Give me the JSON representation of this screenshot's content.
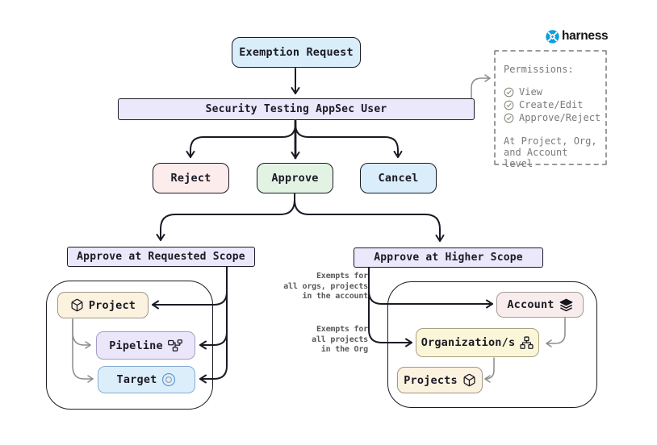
{
  "brand": {
    "name": "harness"
  },
  "nodes": {
    "exemption_request": {
      "label": "Exemption Request"
    },
    "appsec_user": {
      "label": "Security Testing AppSec User"
    },
    "reject": {
      "label": "Reject"
    },
    "approve": {
      "label": "Approve"
    },
    "cancel": {
      "label": "Cancel"
    },
    "requested_scope": {
      "label": "Approve at Requested Scope"
    },
    "higher_scope": {
      "label": "Approve at Higher Scope"
    },
    "project": {
      "label": "Project"
    },
    "pipeline": {
      "label": "Pipeline"
    },
    "target": {
      "label": "Target"
    },
    "account": {
      "label": "Account"
    },
    "organizations": {
      "label": "Organization/s"
    },
    "projects": {
      "label": "Projects"
    }
  },
  "permissions_panel": {
    "title": "Permissions:",
    "items": [
      {
        "icon": "check-circle-icon",
        "label": "View"
      },
      {
        "icon": "check-circle-icon",
        "label": "Create/Edit"
      },
      {
        "icon": "check-circle-icon",
        "label": "Approve/Reject"
      }
    ],
    "footer": [
      "At Project, Org,",
      "and Account level"
    ]
  },
  "annotations": {
    "account_note": [
      "Exempts for",
      "all orgs, projects",
      "in the account"
    ],
    "org_note": [
      "Exempts for",
      "all projects",
      "in the Org"
    ]
  },
  "colors": {
    "c_blue": "#d9edfb",
    "c_lavender": "#ebe8fb",
    "c_pink": "#fcecec",
    "c_green": "#e2f3e3",
    "c_cream": "#fcf2e0",
    "c_purple": "#ebe6f9",
    "c_lblue": "#ddeefb",
    "c_rose": "#f8edec",
    "c_yellow": "#fbf6d8",
    "line_dark": "#1a1a24",
    "line_gray": "#8b8b8b",
    "text_gray": "#7a7a7a",
    "check_green": "#8b9180",
    "brand_blue": "#0a9fe0",
    "target_ring_blue": "#5b9bd5",
    "target_ring_gray": "#9aa0a6"
  }
}
